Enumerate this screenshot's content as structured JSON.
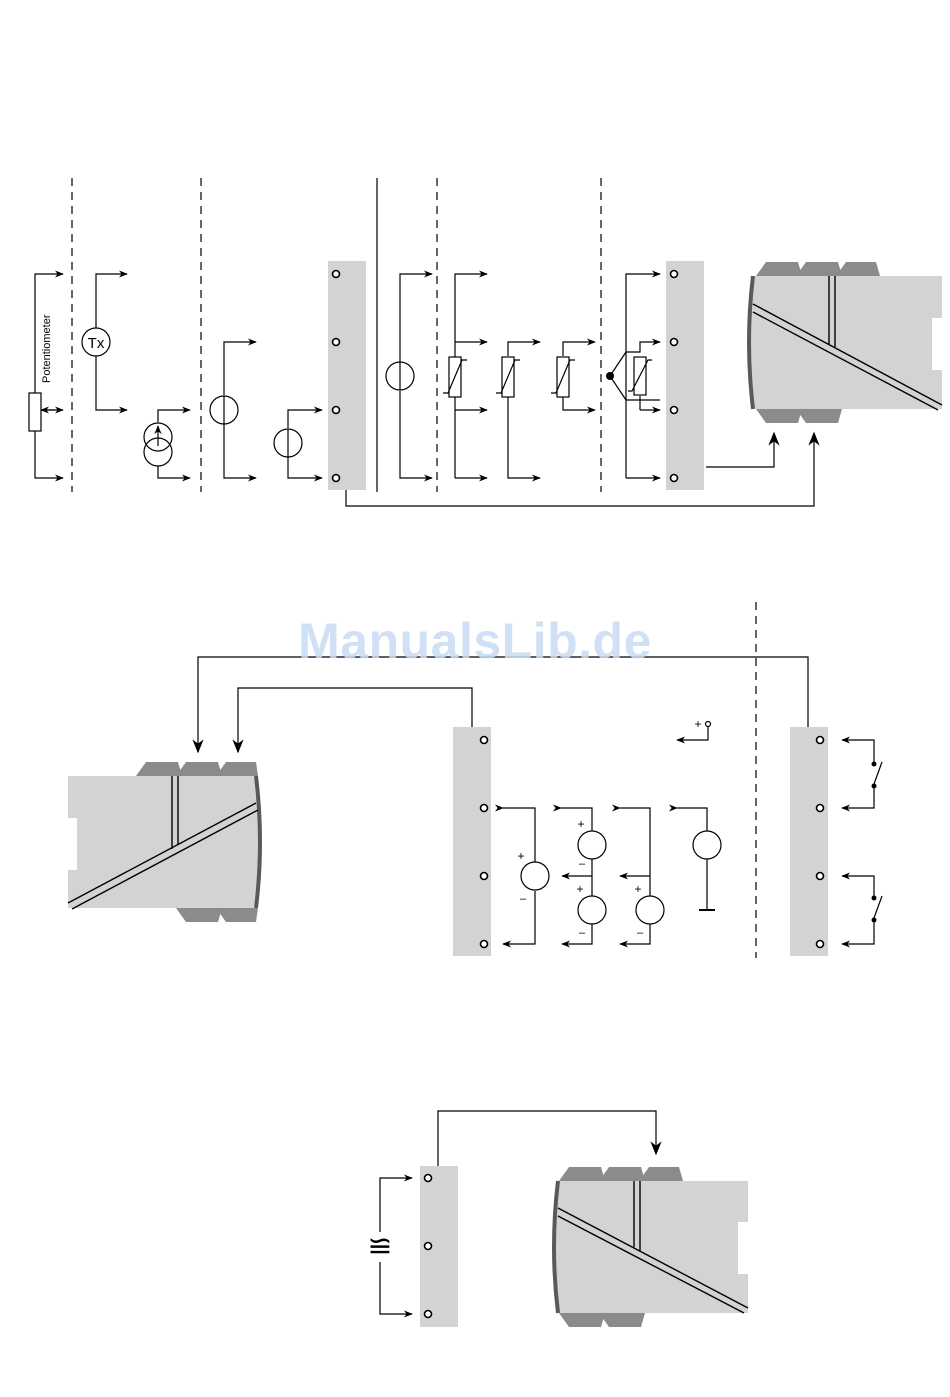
{
  "labels": {
    "potentiometer": "Potentiometer",
    "transmitter": "Tx",
    "plus": "+",
    "minus": "–",
    "ac_symbol": "≌"
  },
  "watermark": "ManualsLib.de",
  "colors": {
    "line": "#000000",
    "terminal_block": "#d2d3d4",
    "module_body": "#d2d3d4",
    "module_tab": "#8a8b8c",
    "module_edge": "#58595b",
    "watermark": "#c9dcf4"
  }
}
